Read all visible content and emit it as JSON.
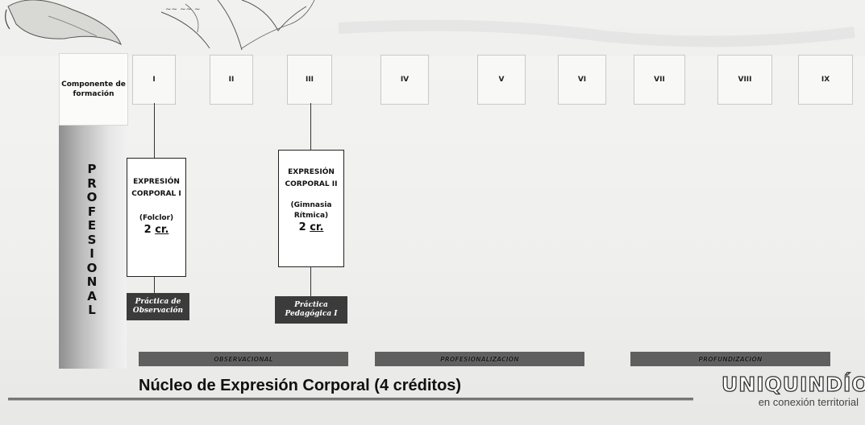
{
  "header": {
    "component_label": "Componente de formación",
    "semesters": [
      "I",
      "II",
      "III",
      "IV",
      "V",
      "VI",
      "VII",
      "VIII",
      "IX"
    ]
  },
  "side_label": {
    "letters": [
      "P",
      "R",
      "O",
      "F",
      "E",
      "S",
      "I",
      "O",
      "N",
      "A",
      "L"
    ]
  },
  "courses": [
    {
      "title_line1": "EXPRESIÓN",
      "title_line2": "CORPORAL I",
      "sub_line1": "(Folclor)",
      "sub_line2": "",
      "credits_num": "2",
      "credits_unit": "cr."
    },
    {
      "title_line1": "EXPRESIÓN",
      "title_line2": "CORPORAL II",
      "sub_line1": "(Gimnasia",
      "sub_line2": "Rítmica)",
      "credits_num": "2",
      "credits_unit": "cr."
    }
  ],
  "practices": [
    {
      "line1": "Práctica de",
      "line2": "Observación"
    },
    {
      "line1": "Práctica",
      "line2": "Pedagógica I"
    }
  ],
  "phases": [
    "OBSERVACIONAL",
    "PROFESIONALIZACIÓN",
    "PROFUNDIZACIÓN"
  ],
  "footer": {
    "title": "Núcleo de Expresión Corporal (4 créditos)",
    "brand_name": "UNIQUINDÍO",
    "brand_tagline": "en conexión territorial"
  }
}
